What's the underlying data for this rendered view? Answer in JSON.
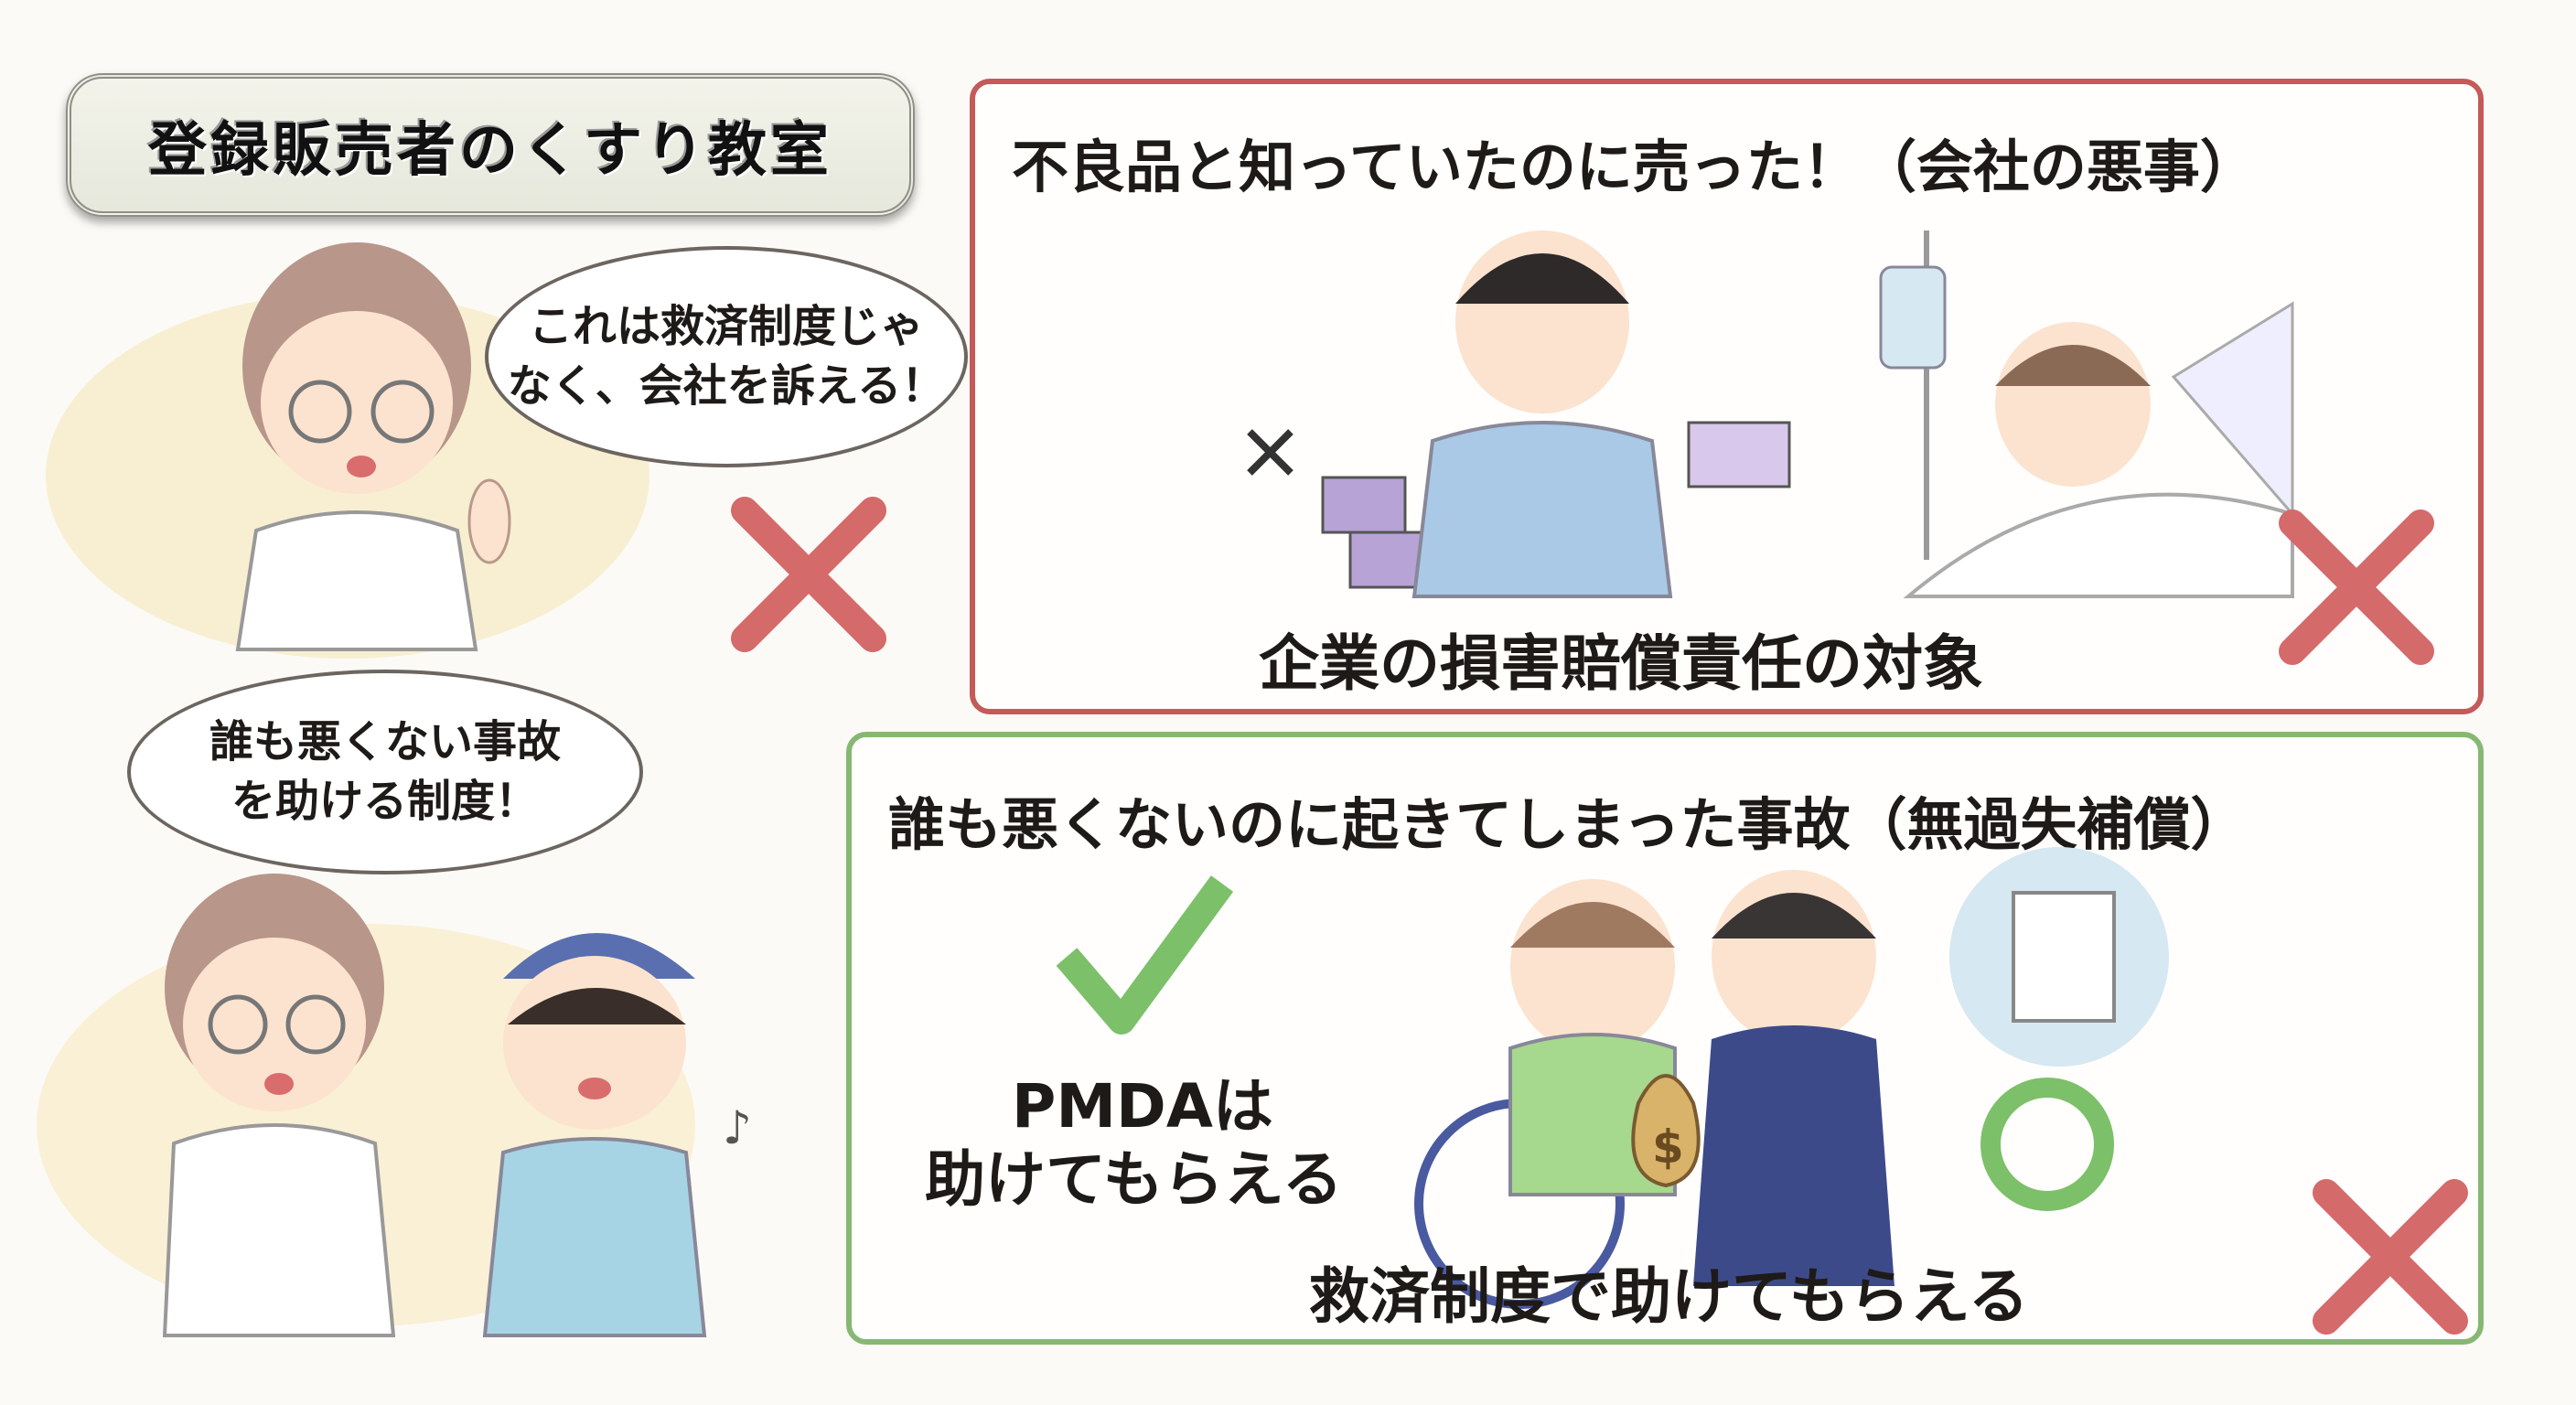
{
  "header": {
    "title": "登録販売者のくすり教室"
  },
  "bubbles": {
    "top": {
      "line1": "これは救済制度じゃ",
      "line2": "なく、会社を訴える！"
    },
    "bottom": {
      "line1": "誰も悪くない事故",
      "line2": "を助ける制度！"
    }
  },
  "company_fault_panel": {
    "heading": "不良品と知っていたのに売った！（会社の悪事）",
    "caption": "企業の損害賠償責任の対象",
    "mark": "cross-icon",
    "color": "#c45a5a"
  },
  "no_fault_panel": {
    "heading": "誰も悪くないのに起きてしまった事故（無過失補償）",
    "pmda_line1": "PMDAは",
    "pmda_line2": "助けてもらえる",
    "caption": "救済制度で助けてもらえる",
    "marks": [
      "check-icon",
      "circle-icon",
      "cross-icon"
    ],
    "color": "#86b873"
  },
  "colors": {
    "cross": "#d46a6a",
    "check": "#7cc06a",
    "background": "#fbfaf6"
  }
}
